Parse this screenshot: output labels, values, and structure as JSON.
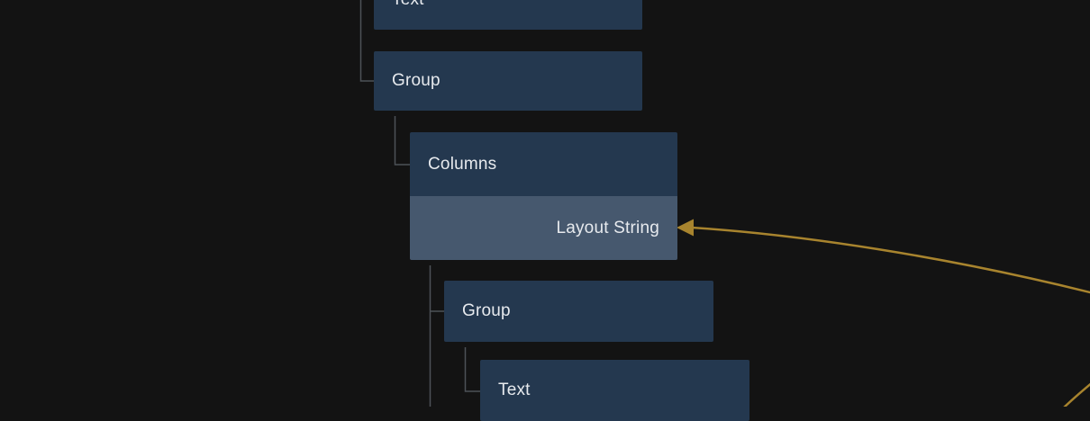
{
  "canvas": {
    "name": "hierarchy-node-graph"
  },
  "colors": {
    "background": "#131313",
    "node_fill": "#24384f",
    "node_highlight_fill": "#46586e",
    "node_text": "#e7eaee",
    "tree_connector": "#4d5257",
    "wire": "#a8842e"
  },
  "tree": {
    "nodes": [
      {
        "label": "Text",
        "variant": "default"
      },
      {
        "label": "Group",
        "variant": "default"
      },
      {
        "label": "Columns",
        "variant": "default"
      },
      {
        "label": "Layout String",
        "variant": "highlight"
      },
      {
        "label": "Group",
        "variant": "default"
      },
      {
        "label": "Text",
        "variant": "default"
      }
    ]
  }
}
